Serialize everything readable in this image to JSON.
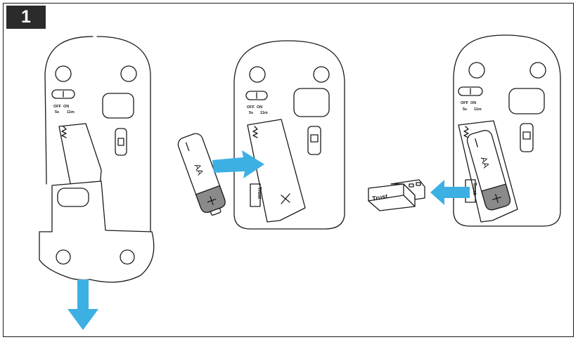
{
  "step": {
    "number": "1"
  },
  "mouse": {
    "switch_off": "OFF",
    "switch_on": "ON",
    "timer_short": "5s",
    "timer_long": "11m"
  },
  "battery": {
    "type": "AA",
    "minus": "—",
    "plus": "+"
  },
  "brand": "Trust",
  "colors": {
    "arrow": "#3db0e3",
    "line": "#1a1a1a",
    "battery_cap": "#8a8a8a",
    "badge": "#2b2b2b"
  }
}
